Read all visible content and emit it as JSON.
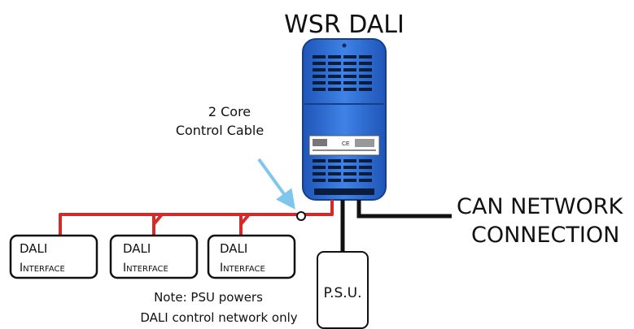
{
  "device": {
    "title": "WSR DALI",
    "label_mark": "CE"
  },
  "cable_callout": {
    "line1": "2 Core",
    "line2": "Control Cable"
  },
  "interfaces": [
    {
      "line1": "DALI",
      "line2": "Interface"
    },
    {
      "line1": "DALI",
      "line2": "Interface"
    },
    {
      "line1": "DALI",
      "line2": "Interface"
    }
  ],
  "psu": {
    "label": "P.S.U."
  },
  "can": {
    "line1": "CAN NETWORK",
    "line2": "CONNECTION"
  },
  "note": {
    "line1": "Note: PSU powers",
    "line2": "DALI control network only"
  },
  "colors": {
    "dali_bus": "#d42a2a",
    "device_body": "#2f6ed8",
    "cable_callout_arrow": "#7fc6ec",
    "wiring": "#111111"
  }
}
